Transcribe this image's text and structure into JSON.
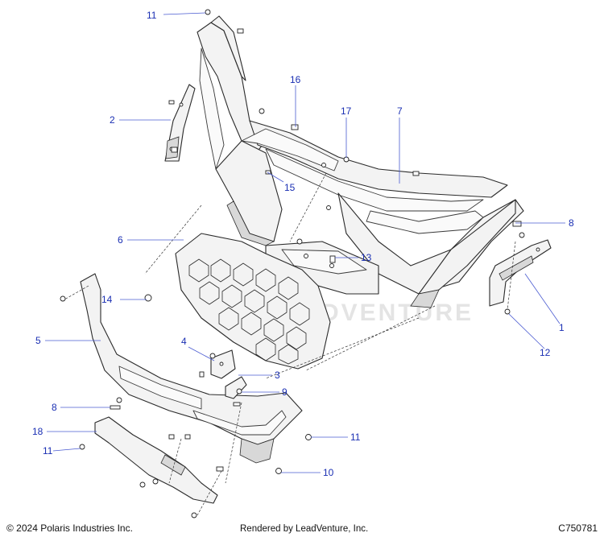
{
  "callouts": [
    {
      "id": "c11a",
      "label": "11"
    },
    {
      "id": "c2",
      "label": "2"
    },
    {
      "id": "c16",
      "label": "16"
    },
    {
      "id": "c17",
      "label": "17"
    },
    {
      "id": "c7",
      "label": "7"
    },
    {
      "id": "c15",
      "label": "15"
    },
    {
      "id": "c8a",
      "label": "8"
    },
    {
      "id": "c6",
      "label": "6"
    },
    {
      "id": "c13",
      "label": "13"
    },
    {
      "id": "c14",
      "label": "14"
    },
    {
      "id": "c1",
      "label": "1"
    },
    {
      "id": "c5",
      "label": "5"
    },
    {
      "id": "c4",
      "label": "4"
    },
    {
      "id": "c12",
      "label": "12"
    },
    {
      "id": "c3",
      "label": "3"
    },
    {
      "id": "c9",
      "label": "9"
    },
    {
      "id": "c8b",
      "label": "8"
    },
    {
      "id": "c18",
      "label": "18"
    },
    {
      "id": "c11b",
      "label": "11"
    },
    {
      "id": "c11c",
      "label": "11"
    },
    {
      "id": "c10",
      "label": "10"
    }
  ],
  "watermark": "LEADVENTURE",
  "footer": {
    "copyright": "© 2024 Polaris Industries Inc.",
    "rendered_by": "Rendered by LeadVenture, Inc.",
    "diagram_id": "C750781"
  },
  "colors": {
    "callout": "#1a2fb3",
    "leader": "#4a5bd1",
    "line": "#2b2b2b"
  }
}
